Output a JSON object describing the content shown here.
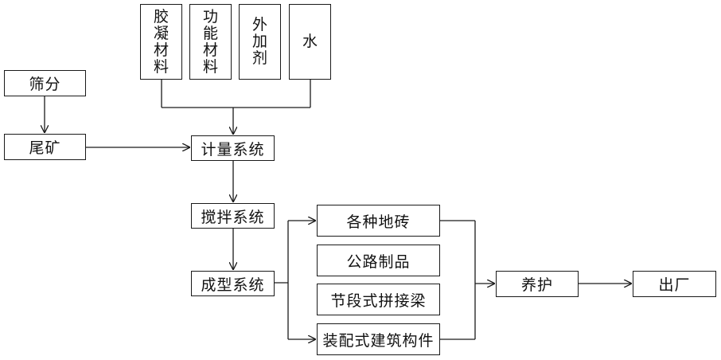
{
  "inputs": {
    "screening": "筛分",
    "tailings": "尾矿",
    "binder": [
      "胶",
      "凝",
      "材",
      "料"
    ],
    "functional": [
      "功",
      "能",
      "材",
      "料"
    ],
    "additive": [
      "外",
      "加",
      "剂"
    ],
    "water": [
      "水"
    ]
  },
  "process": {
    "metering": "计量系统",
    "mixing": "搅拌系统",
    "forming": "成型系统"
  },
  "products": {
    "bricks": "各种地砖",
    "road": "公路制品",
    "beams": "节段式拼接梁",
    "prefab": "装配式建筑构件"
  },
  "final": {
    "curing": "养护",
    "shipment": "出厂"
  },
  "colors": {
    "line": "#1a1a1a",
    "box_border": "#1a1a1a",
    "background": "#ffffff"
  }
}
